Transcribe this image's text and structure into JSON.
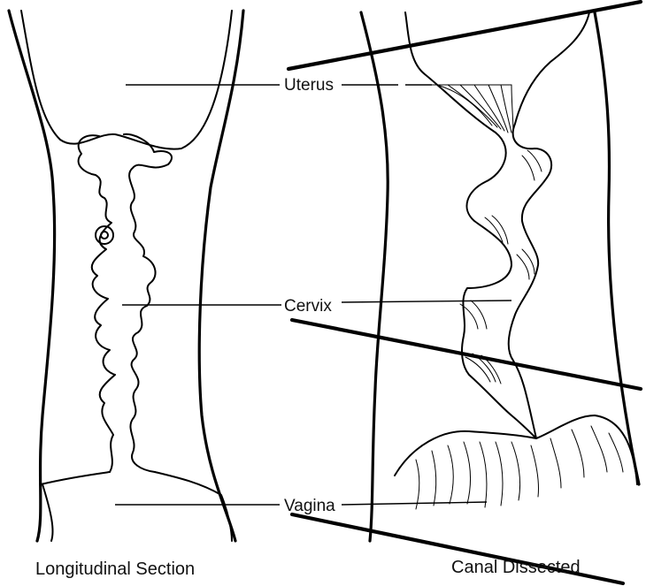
{
  "labels": {
    "uterus": "Uterus",
    "cervix": "Cervix",
    "vagina": "Vagina"
  },
  "captions": {
    "left": "Longitudinal Section",
    "right": "Canal Dissected"
  }
}
